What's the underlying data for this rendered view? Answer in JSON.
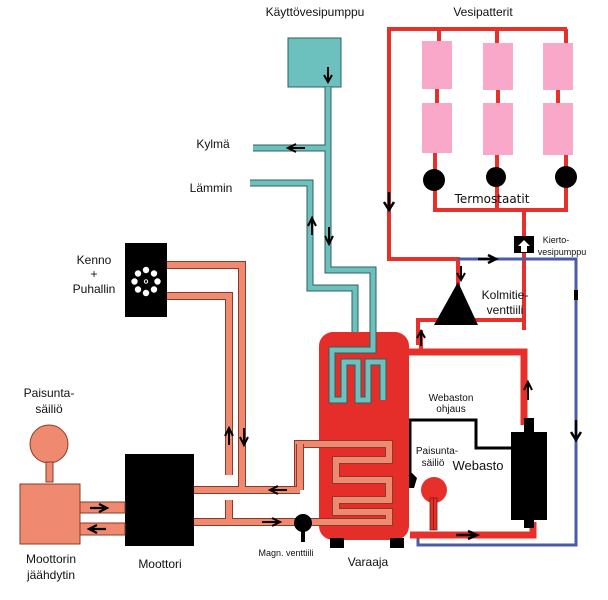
{
  "title": "Webasto / moottorin jäähdytysjärjestelmä",
  "colors": {
    "hot_water": "#e8302a",
    "tank": "#e52e2a",
    "coolant": "#ef8a70",
    "coolant_edge": "#8a3a2a",
    "domestic_water": "#6cc0bd",
    "domestic_edge": "#2f5f5d",
    "return_blue": "#4a5ca8",
    "radiator": "#f9a8c9",
    "black": "#000000"
  },
  "labels": {
    "kayttovesipumppu": "Käyttövesipumppu",
    "vesipatterit": "Vesipatterit",
    "termostaatit": "Termostaatit",
    "kylma": "Kylmä",
    "lammin": "Lämmin",
    "kenno_line1": "Kenno",
    "kenno_line2": "+",
    "kenno_line3": "Puhallin",
    "kierto_line1": "Kierto-",
    "kierto_line2": "vesipumppu",
    "kolmitie_line1": "Kolmitie-",
    "kolmitie_line2": "venttiili",
    "webaston_line1": "Webaston",
    "webaston_line2": "ohjaus",
    "paisunta_small_line1": "Paisunta-",
    "paisunta_small_line2": "säiliö",
    "webasto": "Webasto",
    "paisunta_line1": "Paisunta-",
    "paisunta_line2": "säiliö",
    "moottorin_line1": "Moottorin",
    "moottorin_line2": "jäähdytin",
    "moottori": "Moottori",
    "magn_venttiili": "Magn. venttiili",
    "varaaja": "Varaaja"
  },
  "components": {
    "radiator_columns": 3,
    "radiators_per_column": 2,
    "thermostats": 3
  }
}
